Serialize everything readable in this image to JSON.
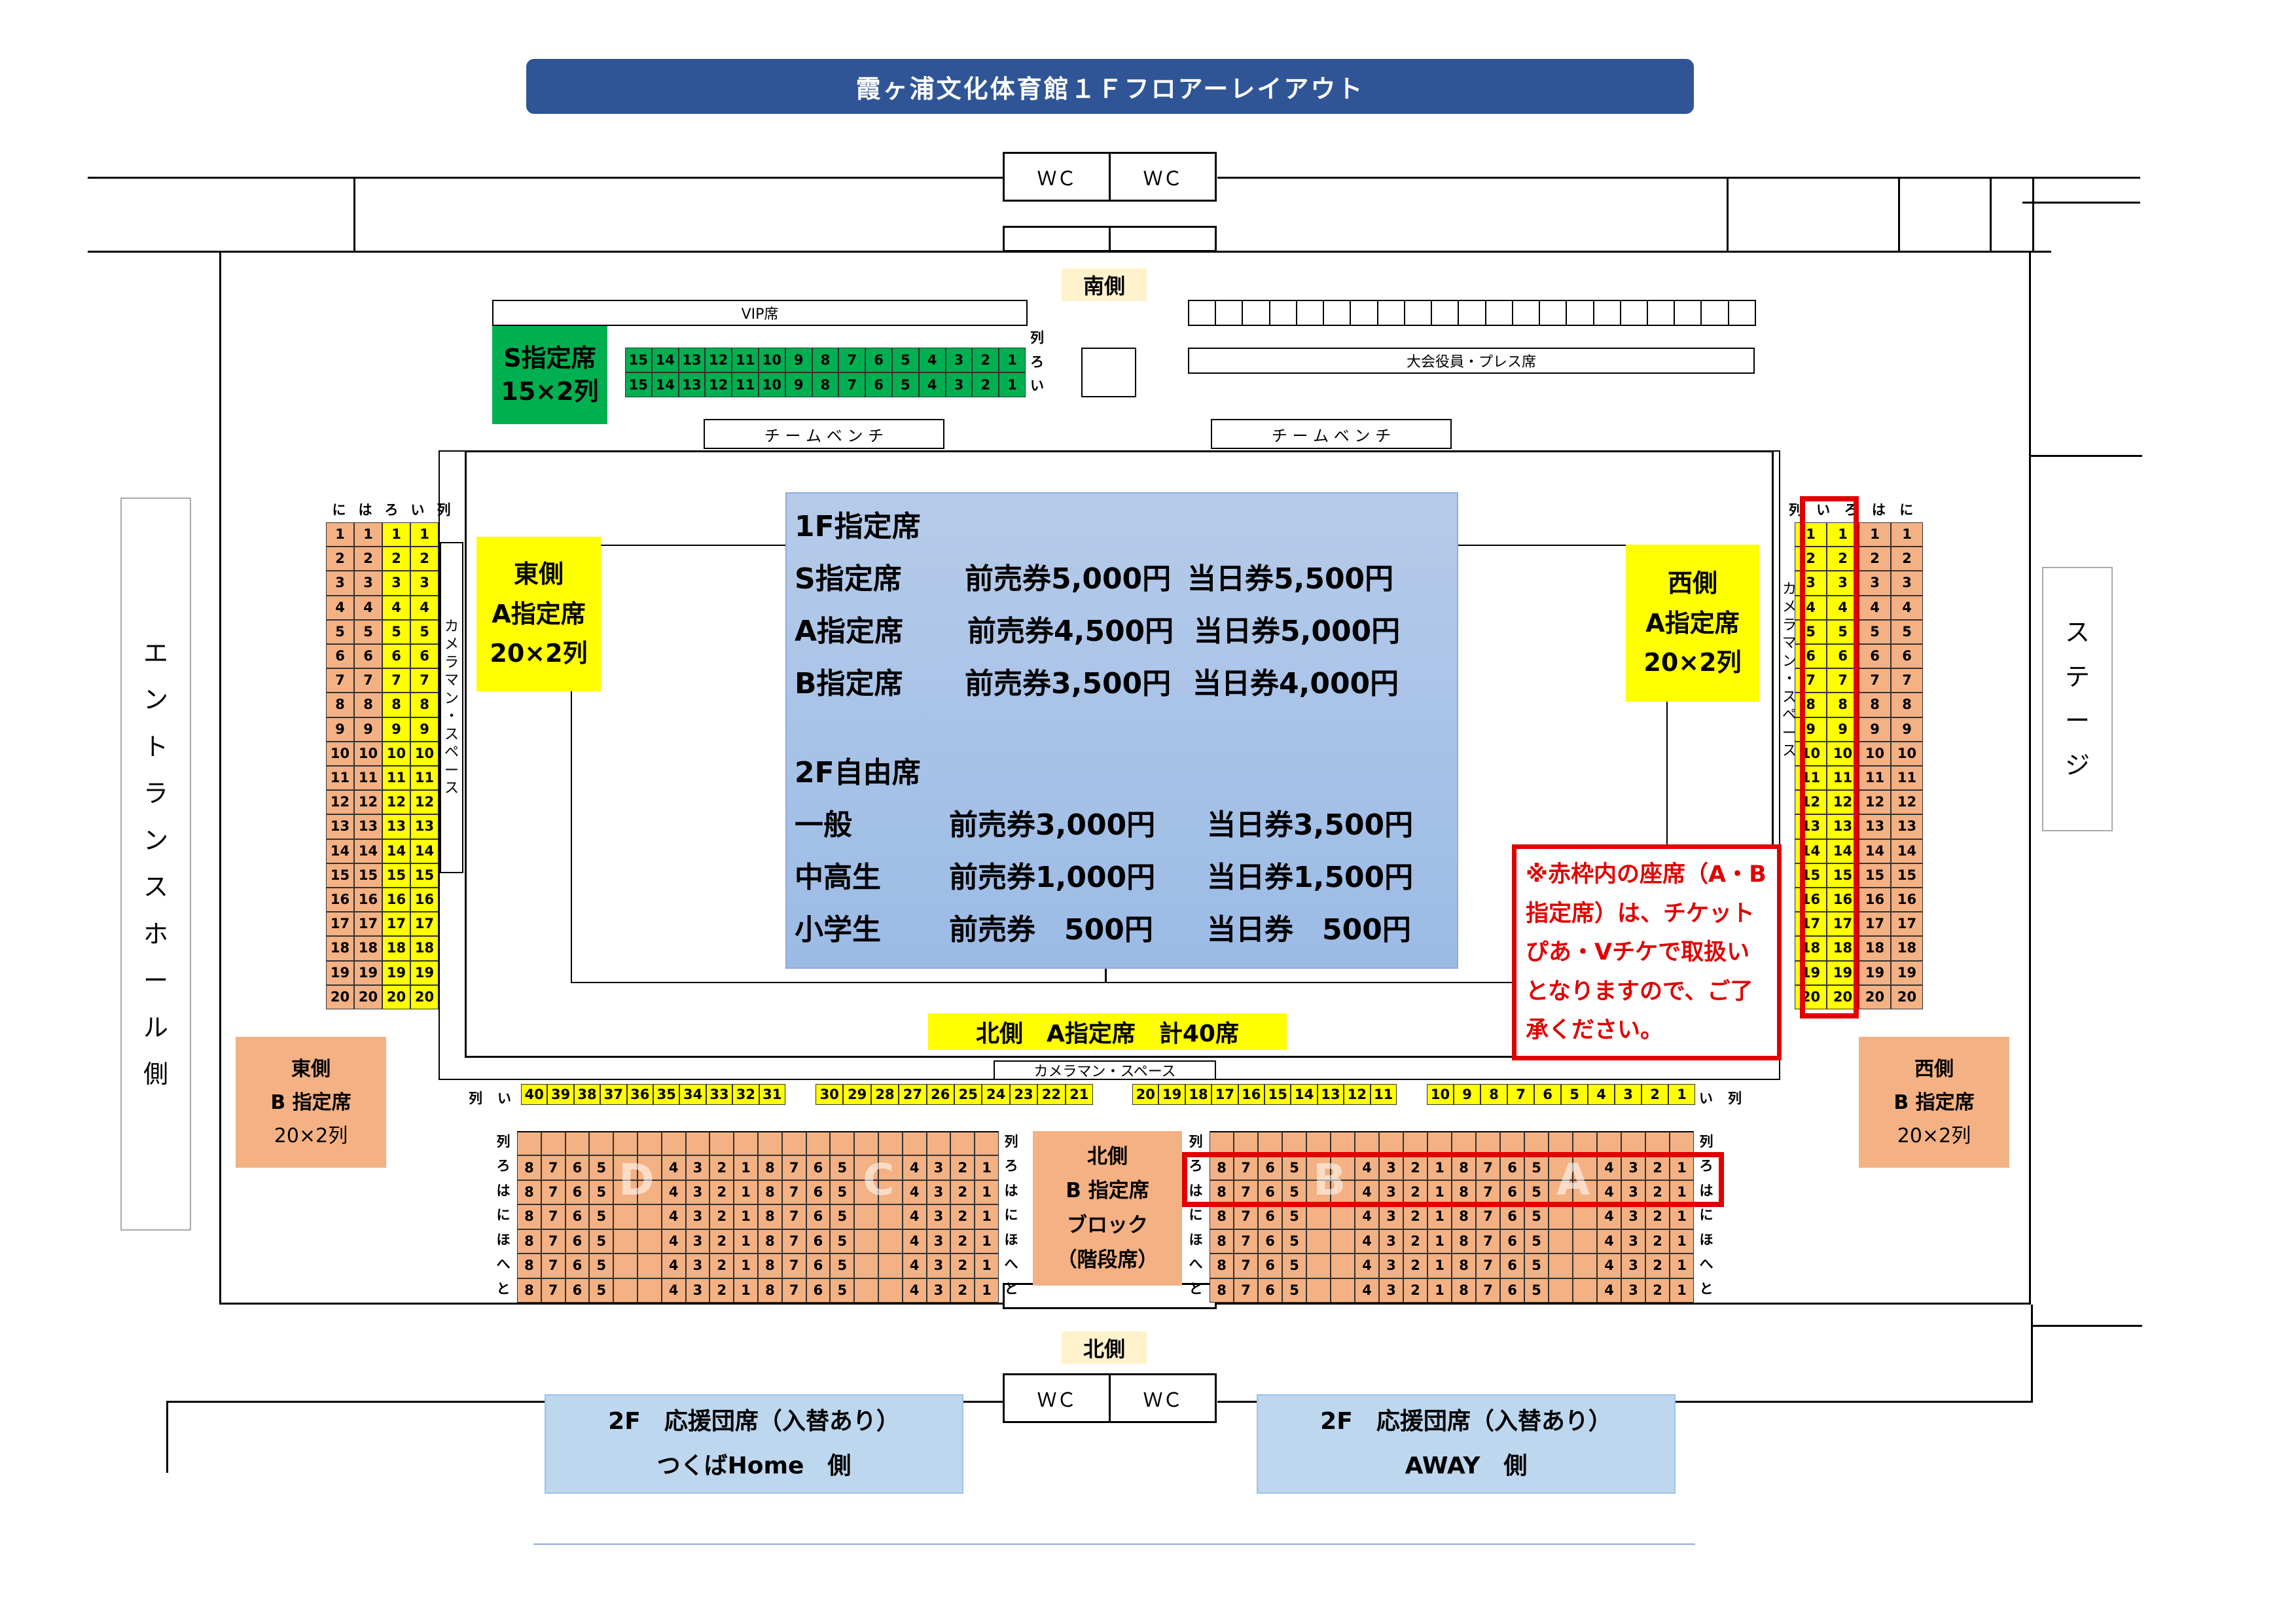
{
  "title": "霞ヶ浦文化体育館１Ｆフロアーレイアウト",
  "wc": "ＷＣ",
  "south_label": "南側",
  "north_label": "北側",
  "vip_label": "VIP席",
  "press_label": "大会役員・プレス席",
  "team_bench": "チ ー ム ベ ン チ",
  "camera_vertical": [
    "カ",
    "メ",
    "ラ",
    "マ",
    "ン",
    "・",
    "ス",
    "ペ",
    "ー",
    "ス"
  ],
  "camera_bottom": "カメラマン・スペース",
  "entrance": [
    "エ",
    "ン",
    "ト",
    "ラ",
    "ン",
    "ス",
    "ホ",
    "ー",
    "ル",
    "側"
  ],
  "stage": [
    "ス",
    "テ",
    "ー",
    "ジ"
  ],
  "s_seat": {
    "line1": "S指定席",
    "line2": "15×2列",
    "rows": [
      "ろ",
      "い"
    ],
    "col_label": "列"
  },
  "east_a": {
    "line1": "東側",
    "line2": "A指定席",
    "line3": "20×2列"
  },
  "west_a": {
    "line1": "西側",
    "line2": "A指定席",
    "line3": "20×2列"
  },
  "east_headers": [
    "に",
    "は",
    "ろ",
    "い",
    "列"
  ],
  "west_headers": [
    "列",
    "い",
    "ろ",
    "は",
    "に"
  ],
  "east_b": {
    "line1": "東側",
    "line2": "B 指定席",
    "line3": "20×2列"
  },
  "west_b": {
    "line1": "西側",
    "line2": "B 指定席",
    "line3": "20×2列"
  },
  "north_a_label": "北側　A指定席　計40席",
  "north_b_block": {
    "line1": "北側",
    "line2": "B 指定席",
    "line3": "ブロック",
    "line4": "（階段席）"
  },
  "north_row_labels": [
    "列",
    "ろ",
    "は",
    "に",
    "ほ",
    "へ",
    "と"
  ],
  "north_a_row": {
    "left_row": "列",
    "left_i": "い",
    "right_i": "い",
    "right_row": "列"
  },
  "blocks": [
    "D",
    "C",
    "B",
    "A"
  ],
  "prices": {
    "h1": "1F指定席",
    "s": {
      "name": "S指定席",
      "pre": "前売券5,000円",
      "day": "当日券5,500円"
    },
    "a": {
      "name": "A指定席",
      "pre": "前売券4,500円",
      "day": "当日券5,000円"
    },
    "b": {
      "name": "B指定席",
      "pre": "前売券3,500円",
      "day": "当日券4,000円"
    },
    "h2": "2F自由席",
    "g": {
      "name": "一般",
      "pre": "前売券3,000円",
      "day": "当日券3,500円"
    },
    "m": {
      "name": "中高生",
      "pre": "前売券1,000円",
      "day": "当日券1,500円"
    },
    "e": {
      "name": "小学生",
      "pre": "前売券　500円",
      "day": "当日券　500円"
    }
  },
  "note": "※赤枠内の座席（A・B指定席）は、チケットぴあ・Vチケで取扱いとなりますので、ご了承ください。",
  "support_home": {
    "line1": "2F　応援団席（入替あり）",
    "line2": "つくばHome　側"
  },
  "support_away": {
    "line1": "2F　応援団席（入替あり）",
    "line2": "AWAY　側"
  },
  "colors": {
    "title_bg": "#2f5597",
    "green": "#00b050",
    "yellow": "#ffff00",
    "orange": "#f4b183",
    "red": "#e00000",
    "blue": "#bdd7ee"
  }
}
